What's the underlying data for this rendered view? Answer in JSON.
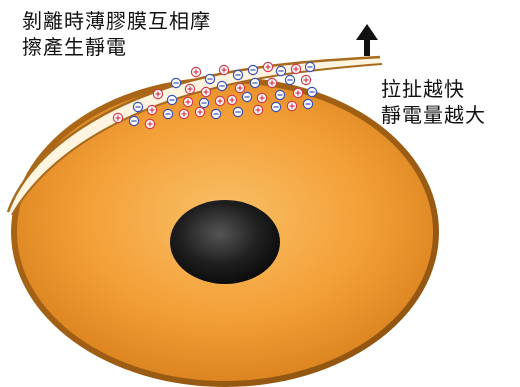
{
  "diagram": {
    "annotation_top": [
      "剝離時薄膠膜互相摩",
      "擦產生靜電"
    ],
    "annotation_right": [
      "拉扯越快",
      "靜電量越大"
    ],
    "arrow_direction": "up",
    "colors": {
      "wafer_outer": "#c8821e",
      "wafer_inner": "#f5a23a",
      "wafer_center": "#f7b24c",
      "film_fill": "#fff6e6",
      "core_dark": "#1b1b1b",
      "charge_positive": "#d33a4a",
      "charge_negative": "#3a4fb8"
    }
  }
}
